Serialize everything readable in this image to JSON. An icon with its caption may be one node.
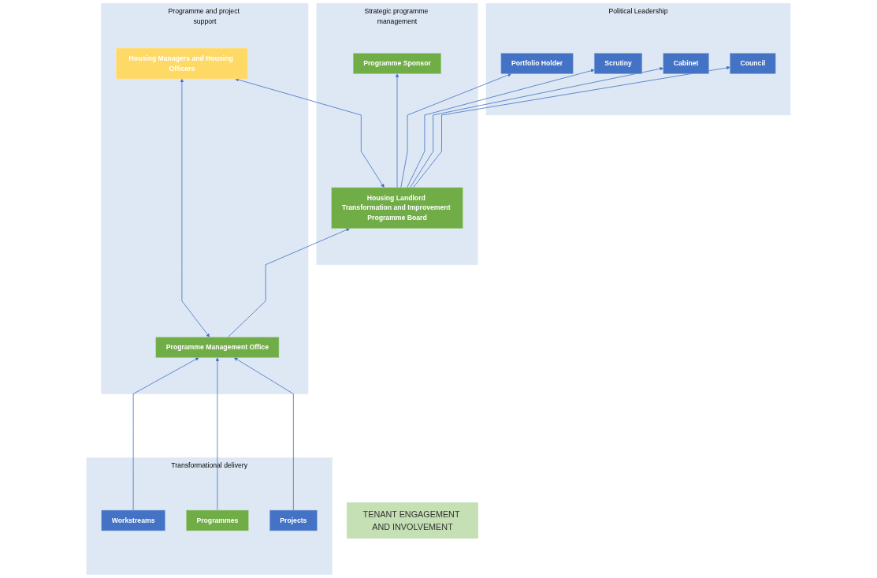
{
  "diagram": {
    "nodes": [
      {
        "text": [
          "Political Leadership"
        ]
      },
      {
        "text": [
          "Portfolio Holder"
        ],
        "in": 0
      },
      {
        "text": [
          "Scrutiny"
        ],
        "in": 0
      },
      {
        "text": [
          "Cabinet"
        ],
        "in": 0
      },
      {
        "text": [
          "Council"
        ],
        "in": 0
      },
      {
        "text": [
          "Strategic programme management"
        ]
      },
      {
        "text": [
          "Housing Landlord Transformation and Improvement Programme Board"
        ],
        "in": 5
      },
      {
        "text": [
          "Programme Sponsor"
        ],
        "in": 5
      },
      {
        "text": [
          "Programme and project support"
        ]
      },
      {
        "text": [
          "Programme Management Office"
        ],
        "in": 8
      },
      {
        "text": [
          "Housing Managers and Housing Officers"
        ],
        "in": 8
      },
      {
        "text": [
          "Transformational delivery"
        ]
      },
      {
        "text": [
          "Workstreams"
        ],
        "in": 11
      },
      {
        "text": [
          "Programmes"
        ],
        "in": 11
      },
      {
        "text": [
          "Projects"
        ],
        "in": 11
      },
      {
        "text": [
          "TENANT ENGAGEMENT AND INVOLVEMENT"
        ]
      }
    ],
    "edges": [
      {
        "from": 6,
        "to": 1,
        "arrow": "to"
      },
      {
        "from": 6,
        "to": 2,
        "arrow": "to"
      },
      {
        "from": 6,
        "to": 3,
        "arrow": "to"
      },
      {
        "from": 6,
        "to": 4,
        "arrow": "to"
      },
      {
        "from": 6,
        "to": 7,
        "arrow": "to"
      },
      {
        "from": 6,
        "to": 10,
        "arrow": "both"
      },
      {
        "from": 9,
        "to": 6,
        "arrow": "to"
      },
      {
        "from": 9,
        "to": 10,
        "arrow": "both"
      },
      {
        "from": 12,
        "to": 9,
        "arrow": "to"
      },
      {
        "from": 13,
        "to": 9,
        "arrow": "to"
      },
      {
        "from": 14,
        "to": 9,
        "arrow": "to"
      }
    ]
  }
}
